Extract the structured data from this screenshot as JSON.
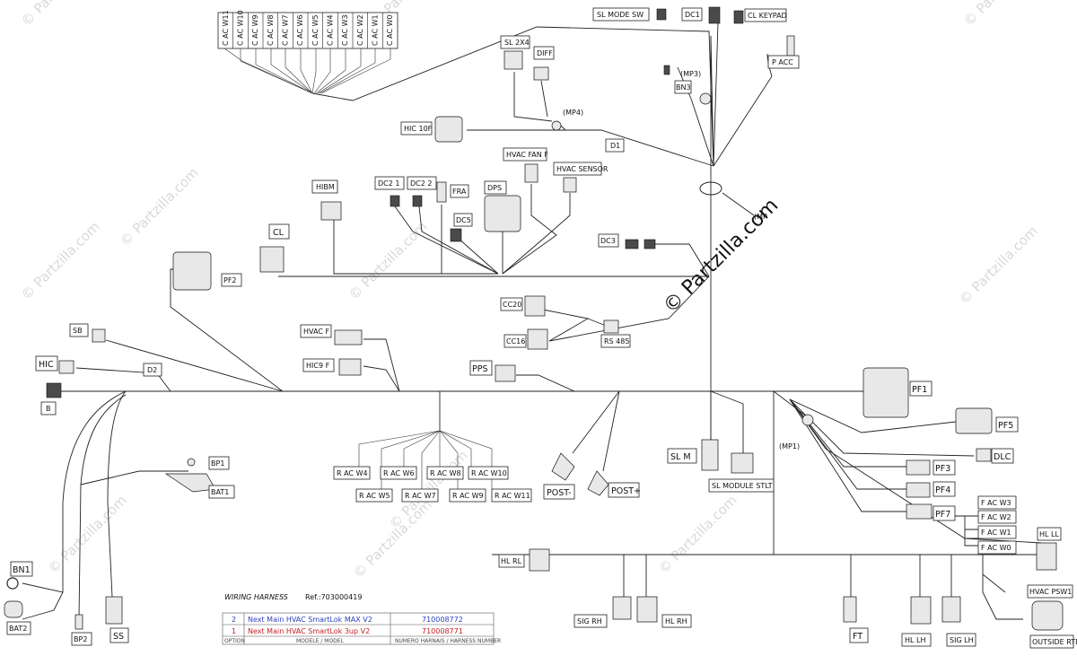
{
  "watermark": {
    "brand": "© Partzilla.com",
    "main": "© Partzilla.com"
  },
  "top_connectors": [
    "C AC W11",
    "C AC W10",
    "C AC W9",
    "C AC W8",
    "C AC W7",
    "C AC W6",
    "C AC W5",
    "C AC W4",
    "C AC W3",
    "C AC W2",
    "C AC W1",
    "C AC W0"
  ],
  "labels": {
    "sl_mode_sw": "SL MODE SW",
    "dc1": "DC1",
    "cl_keypad": "CL KEYPAD",
    "sl_2x4": "SL 2X4",
    "diff": "DIFF",
    "bn3": "BN3",
    "mp3": "(MP3)",
    "p_acc": "P ACC",
    "mp4": "(MP4)",
    "hic_10f": "HIC 10F",
    "d1": "D1",
    "hvac_fan_f": "HVAC FAN F",
    "hvac_sensor": "HVAC SENSOR",
    "hibm": "HIBM",
    "dc2_1": "DC2 1",
    "dc2_2": "DC2 2",
    "fra": "FRA",
    "dps": "DPS",
    "dc5": "DC5",
    "mp_right": "(MP",
    "cl": "CL",
    "pf2": "PF2",
    "dc3": "DC3",
    "cc20": "CC20",
    "cc16": "CC16",
    "rs485": "RS 485",
    "sb": "SB",
    "hvac_f": "HVAC F",
    "hic9_f": "HIC9 F",
    "hic": "HIC",
    "d2": "D2",
    "pps": "PPS",
    "b": "B",
    "pf1": "PF1",
    "pf5": "PF5",
    "mp1": "(MP1)",
    "dlc": "DLC",
    "sl_m": "SL M",
    "sl_module_stlt": "SL MODULE STLT",
    "post_neg": "POST-",
    "post_pos": "POST+",
    "bp1": "BP1",
    "bat1": "BAT1",
    "pf3": "PF3",
    "pf4": "PF4",
    "pf7": "PF7",
    "f_ac_w3": "F AC W3",
    "f_ac_w2": "F AC W2",
    "f_ac_w1": "F AC W1",
    "f_ac_w0": "F AC W0",
    "hl_ll": "HL LL",
    "hl_rl": "HL RL",
    "bn1": "BN1",
    "bat2": "BAT2",
    "bp2": "BP2",
    "ss": "SS",
    "sig_rh": "SIG RH",
    "hl_rh": "HL RH",
    "ft": "FT",
    "hl_lh": "HL LH",
    "sig_lh": "SIG LH",
    "hvac_psw1": "HVAC PSW1",
    "outside_rtd": "OUTSIDE RTD"
  },
  "rear_connectors": {
    "row1": [
      "R AC W4",
      "R AC W6",
      "R AC W8",
      "R AC W10"
    ],
    "row2": [
      "R AC W5",
      "R AC W7",
      "R AC W9",
      "R AC W11"
    ]
  },
  "wiring_table": {
    "title": "WIRING HARNESS",
    "ref": "Ref.:703000419",
    "rows": [
      {
        "option": "2",
        "model": "Next Main HVAC SmartLok MAX V2",
        "number": "710008772",
        "color": "#2a3fbf"
      },
      {
        "option": "1",
        "model": "Next Main HVAC SmartLok 3up V2",
        "number": "710008771",
        "color": "#c21f1f"
      }
    ],
    "header": {
      "option": "OPTION",
      "model": "MODELE / MODEL",
      "number": "NUMERO HARNAIS / HARNESS NUMBER"
    }
  }
}
